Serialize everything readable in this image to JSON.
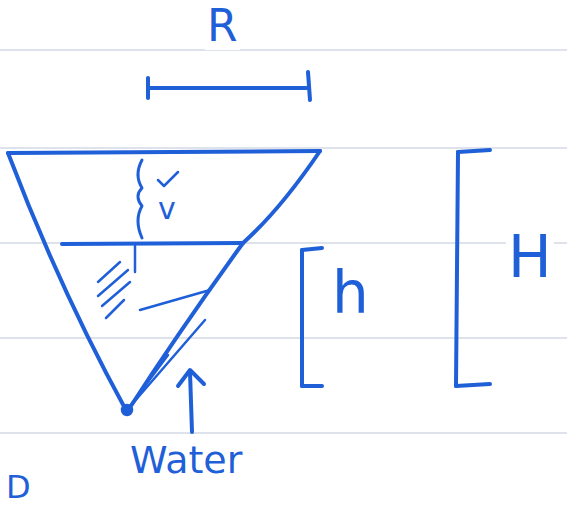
{
  "diagram": {
    "labels": [
      "R",
      "v",
      "h",
      "H",
      "Water",
      "D"
    ]
  }
}
